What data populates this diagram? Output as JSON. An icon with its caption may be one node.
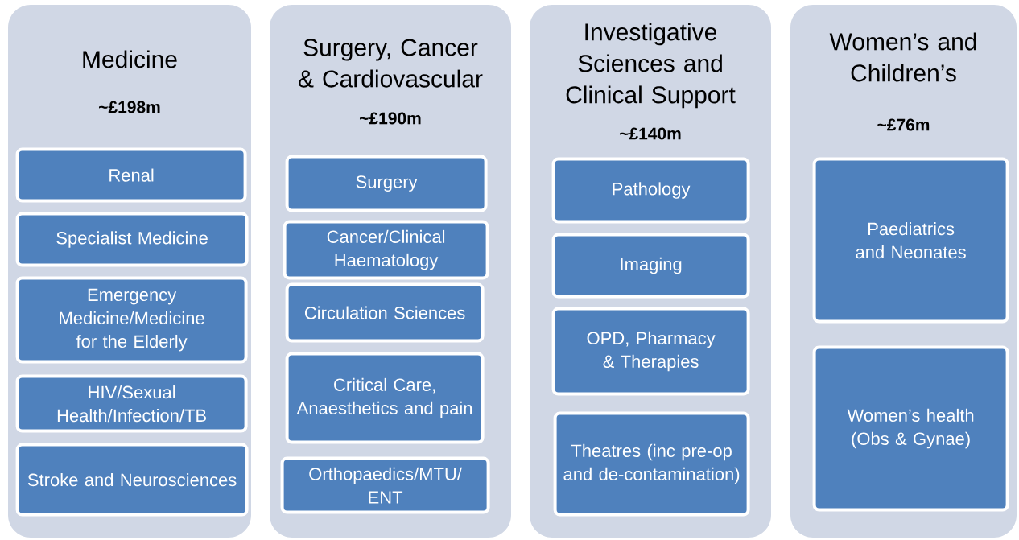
{
  "diagram": {
    "nodes": [
      {
        "text": [
          "Medicine",
          "~£198m"
        ]
      },
      {
        "text": [
          "Renal"
        ],
        "in": 0
      },
      {
        "text": [
          "Specialist Medicine"
        ],
        "in": 0
      },
      {
        "text": [
          "Emergency Medicine/Medicine for the Elderly"
        ],
        "in": 0
      },
      {
        "text": [
          "HIV/Sexual Health/Infection/TB"
        ],
        "in": 0
      },
      {
        "text": [
          "Stroke and Neurosciences"
        ],
        "in": 0
      },
      {
        "text": [
          "Surgery, Cancer & Cardiovascular",
          "~£190m"
        ]
      },
      {
        "text": [
          "Surgery"
        ],
        "in": 6
      },
      {
        "text": [
          "Cancer/Clinical Haematology"
        ],
        "in": 6
      },
      {
        "text": [
          "Circulation Sciences"
        ],
        "in": 6
      },
      {
        "text": [
          "Critical Care, Anaesthetics and pain"
        ],
        "in": 6
      },
      {
        "text": [
          "Orthopaedics/MTU/ ENT"
        ],
        "in": 6
      },
      {
        "text": [
          "Investigative Sciences and Clinical Support",
          "~£140m"
        ]
      },
      {
        "text": [
          "Pathology"
        ],
        "in": 12
      },
      {
        "text": [
          "Imaging"
        ],
        "in": 12
      },
      {
        "text": [
          "OPD, Pharmacy & Therapies"
        ],
        "in": 12
      },
      {
        "text": [
          "Theatres (inc pre-op and de-contamination)"
        ],
        "in": 12
      },
      {
        "text": [
          "Women’s and Children’s",
          "~£76m"
        ]
      },
      {
        "text": [
          "Paediatrics and Neonates"
        ],
        "in": 17
      },
      {
        "text": [
          "Women’s health (Obs & Gynae)"
        ],
        "in": 17
      }
    ]
  }
}
